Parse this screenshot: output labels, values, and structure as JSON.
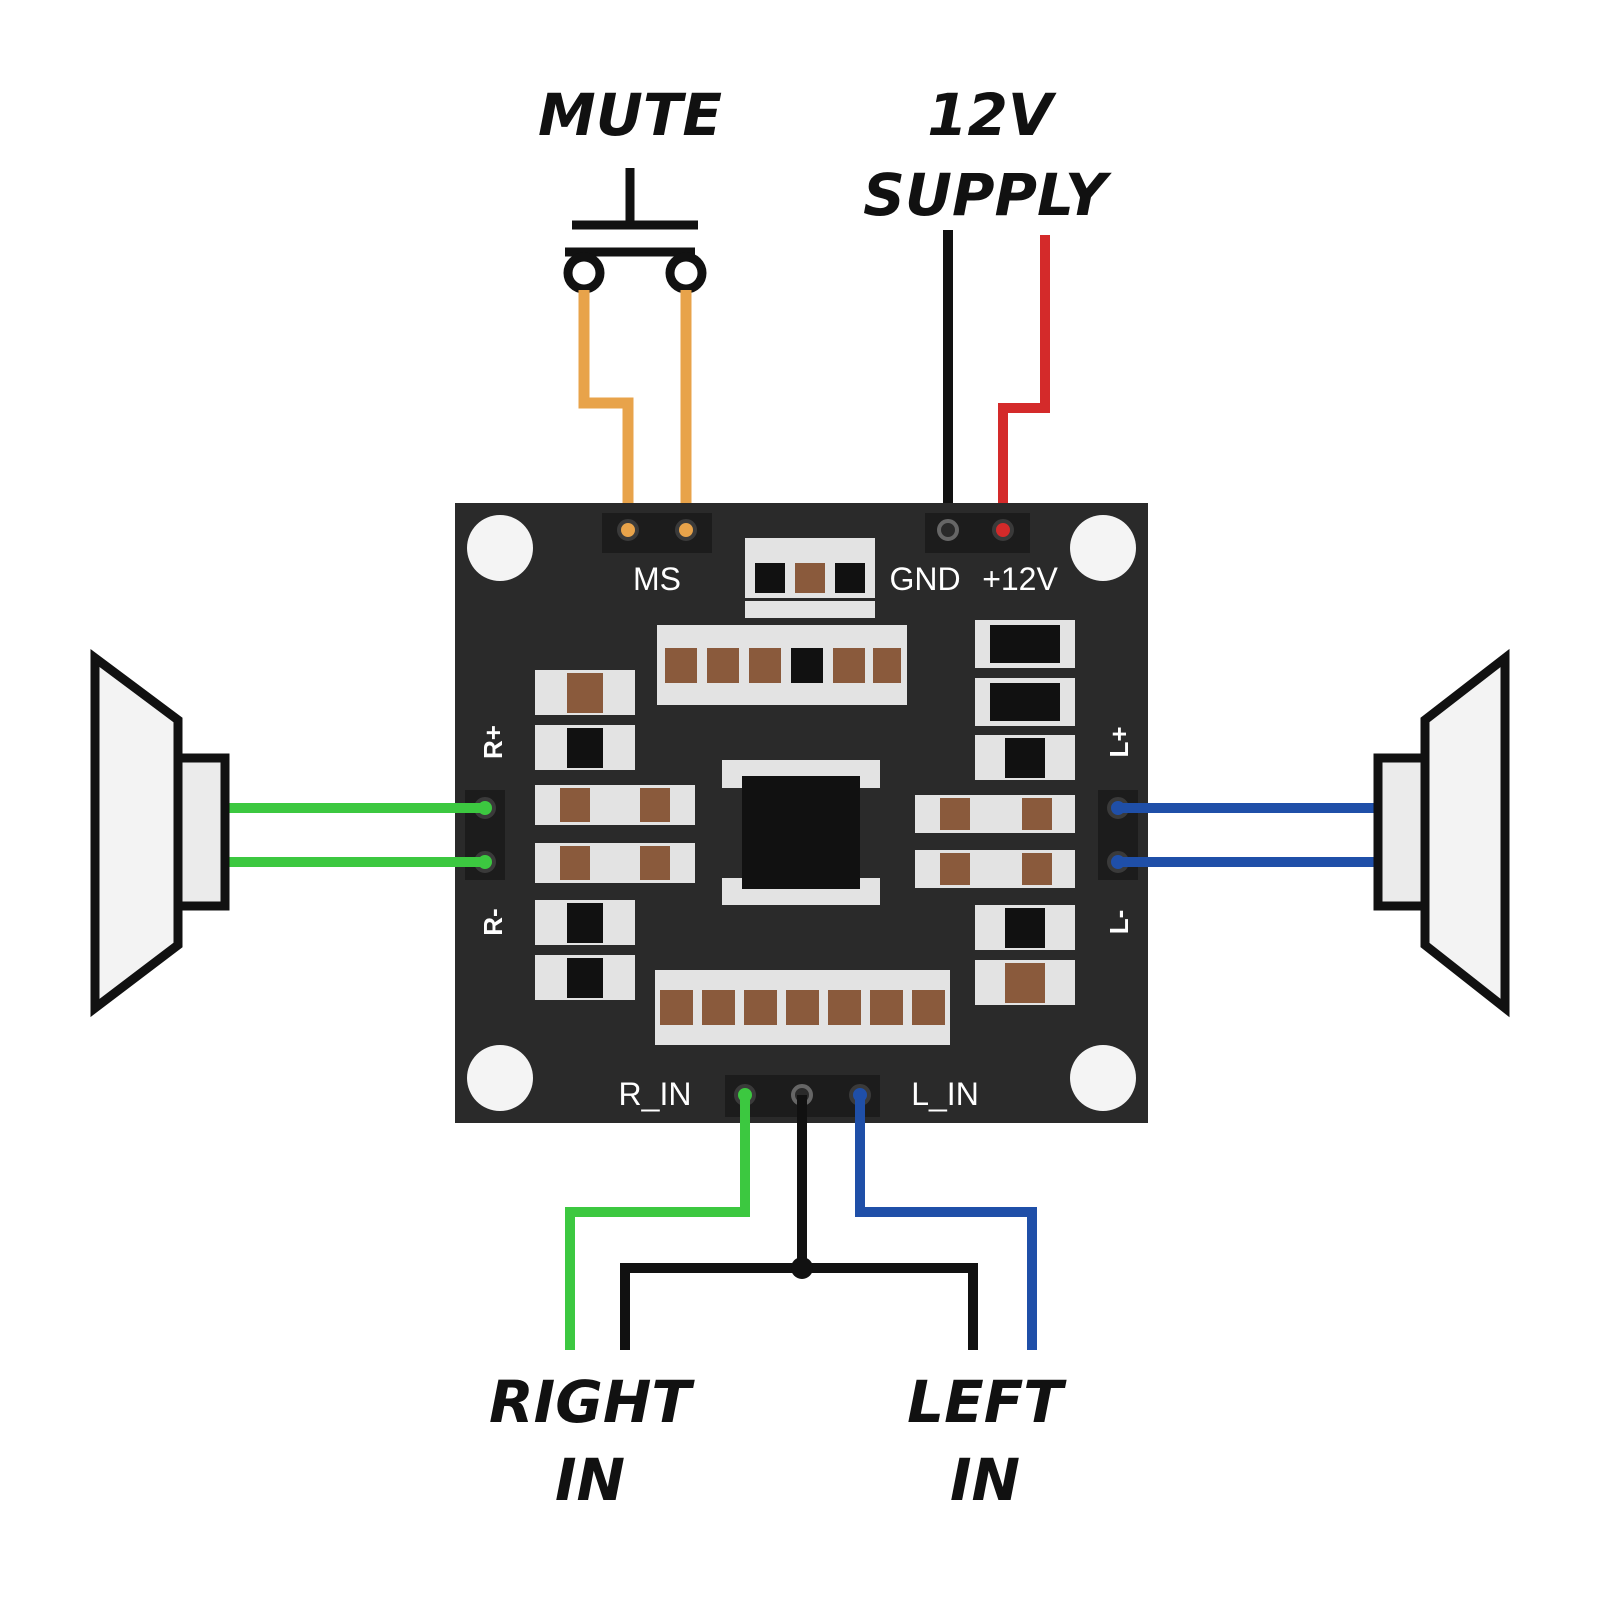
{
  "labels": {
    "mute": "MUTE",
    "supply_line1": "12V",
    "supply_line2": "SUPPLY",
    "right_in_line1": "RIGHT",
    "right_in_line2": "IN",
    "left_in_line1": "LEFT",
    "left_in_line2": "IN"
  },
  "board_labels": {
    "ms": "MS",
    "gnd": "GND",
    "plus12v": "+12V",
    "r_plus": "R+",
    "r_minus": "R-",
    "l_plus": "L+",
    "l_minus": "L-",
    "r_in": "R_IN",
    "l_in": "L_IN"
  },
  "colors": {
    "board": "#2a2a2a",
    "pad": "#e3e3e3",
    "brown": "#8a5a3c",
    "mute_wire": "#e8a34a",
    "ground_wire": "#111111",
    "power_wire": "#d42a2a",
    "right_wire": "#3cc840",
    "left_wire": "#1f4fa8",
    "speaker": "#111111"
  }
}
